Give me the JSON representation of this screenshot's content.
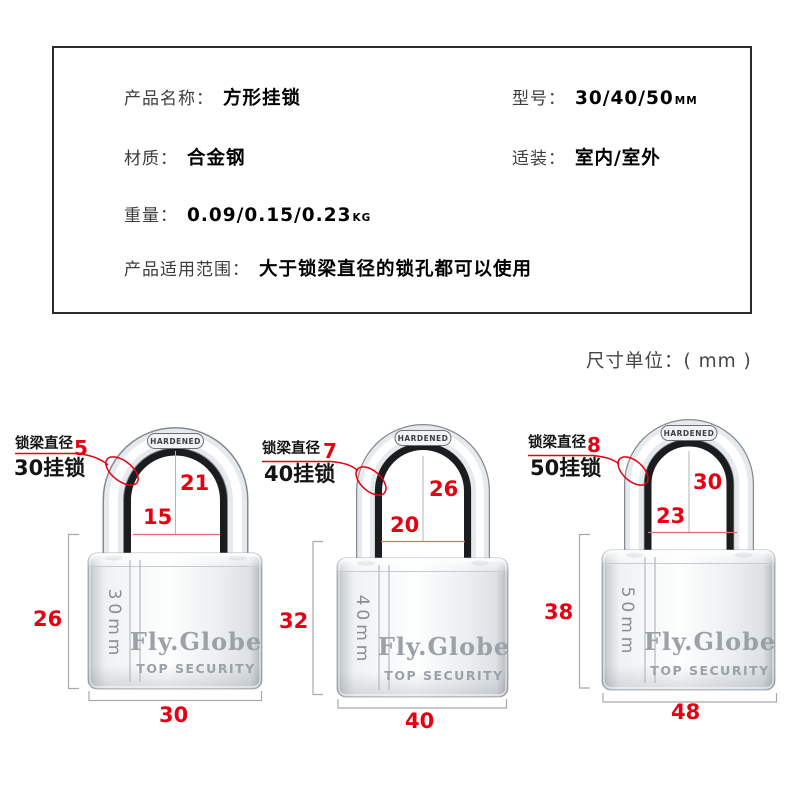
{
  "spec_box": {
    "product_name_label": "产品名称：",
    "product_name_value": "方形挂锁",
    "model_label": "型号：",
    "model_value": "30/40/50",
    "model_unit": "MM",
    "material_label": "材质：",
    "material_value": "合金钢",
    "install_label": "适装：",
    "install_value": "室内/室外",
    "weight_label": "重量：",
    "weight_value": "0.09/0.15/0.23",
    "weight_unit": "KG",
    "range_label": "产品适用范围：",
    "range_value": "大于锁梁直径的锁孔都可以使用"
  },
  "unit_note": "尺寸单位：( mm )",
  "colors": {
    "accent_red": "#e60012",
    "dimension_line": "#e06a6a",
    "bracket_gray": "#a9a9a9"
  },
  "locks": [
    {
      "shackle_diameter_label": "锁梁直径",
      "shackle_diameter": "5",
      "name": "30挂锁",
      "shackle_inner_height": "21",
      "shackle_inner_width": "15",
      "body_height": "26",
      "body_width": "30",
      "engraved_size": "30mm",
      "brand": "Fly.Globe",
      "brand_tagline": "TOP SECURITY",
      "shackle_stamp": "HARDENED"
    },
    {
      "shackle_diameter_label": "锁梁直径",
      "shackle_diameter": "7",
      "name": "40挂锁",
      "shackle_inner_height": "26",
      "shackle_inner_width": "20",
      "body_height": "32",
      "body_width": "40",
      "engraved_size": "40mm",
      "brand": "Fly.Globe",
      "brand_tagline": "TOP SECURITY",
      "shackle_stamp": "HARDENED"
    },
    {
      "shackle_diameter_label": "锁梁直径",
      "shackle_diameter": "8",
      "name": "50挂锁",
      "shackle_inner_height": "30",
      "shackle_inner_width": "23",
      "body_height": "38",
      "body_width": "48",
      "engraved_size": "50mm",
      "brand": "Fly.Globe",
      "brand_tagline": "TOP SECURITY",
      "shackle_stamp": "HARDENED"
    }
  ]
}
